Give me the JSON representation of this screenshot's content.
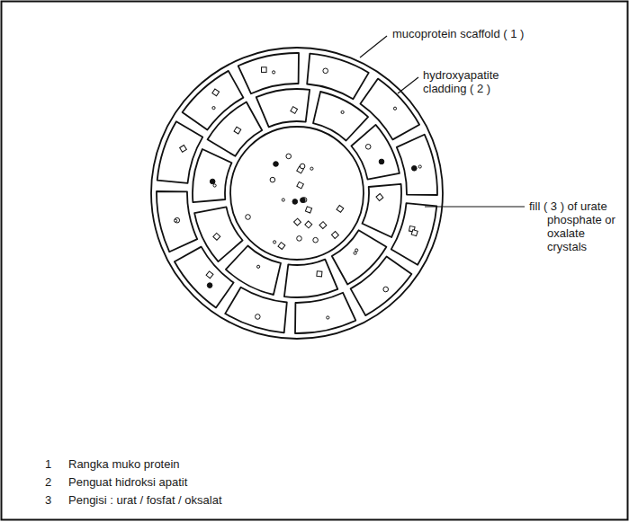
{
  "diagram": {
    "labels": [
      "mucoprotein scaffold ( 1 )",
      "hydroxyapatite cladding ( 2 )",
      "fill ( 3 ) of urate phosphate or oxalate crystals",
      "1",
      "Rangka muko protein",
      "2",
      "Penguat hidroksi apatit",
      "3",
      "Pengisi : urat / fosfat / oksalat"
    ]
  }
}
